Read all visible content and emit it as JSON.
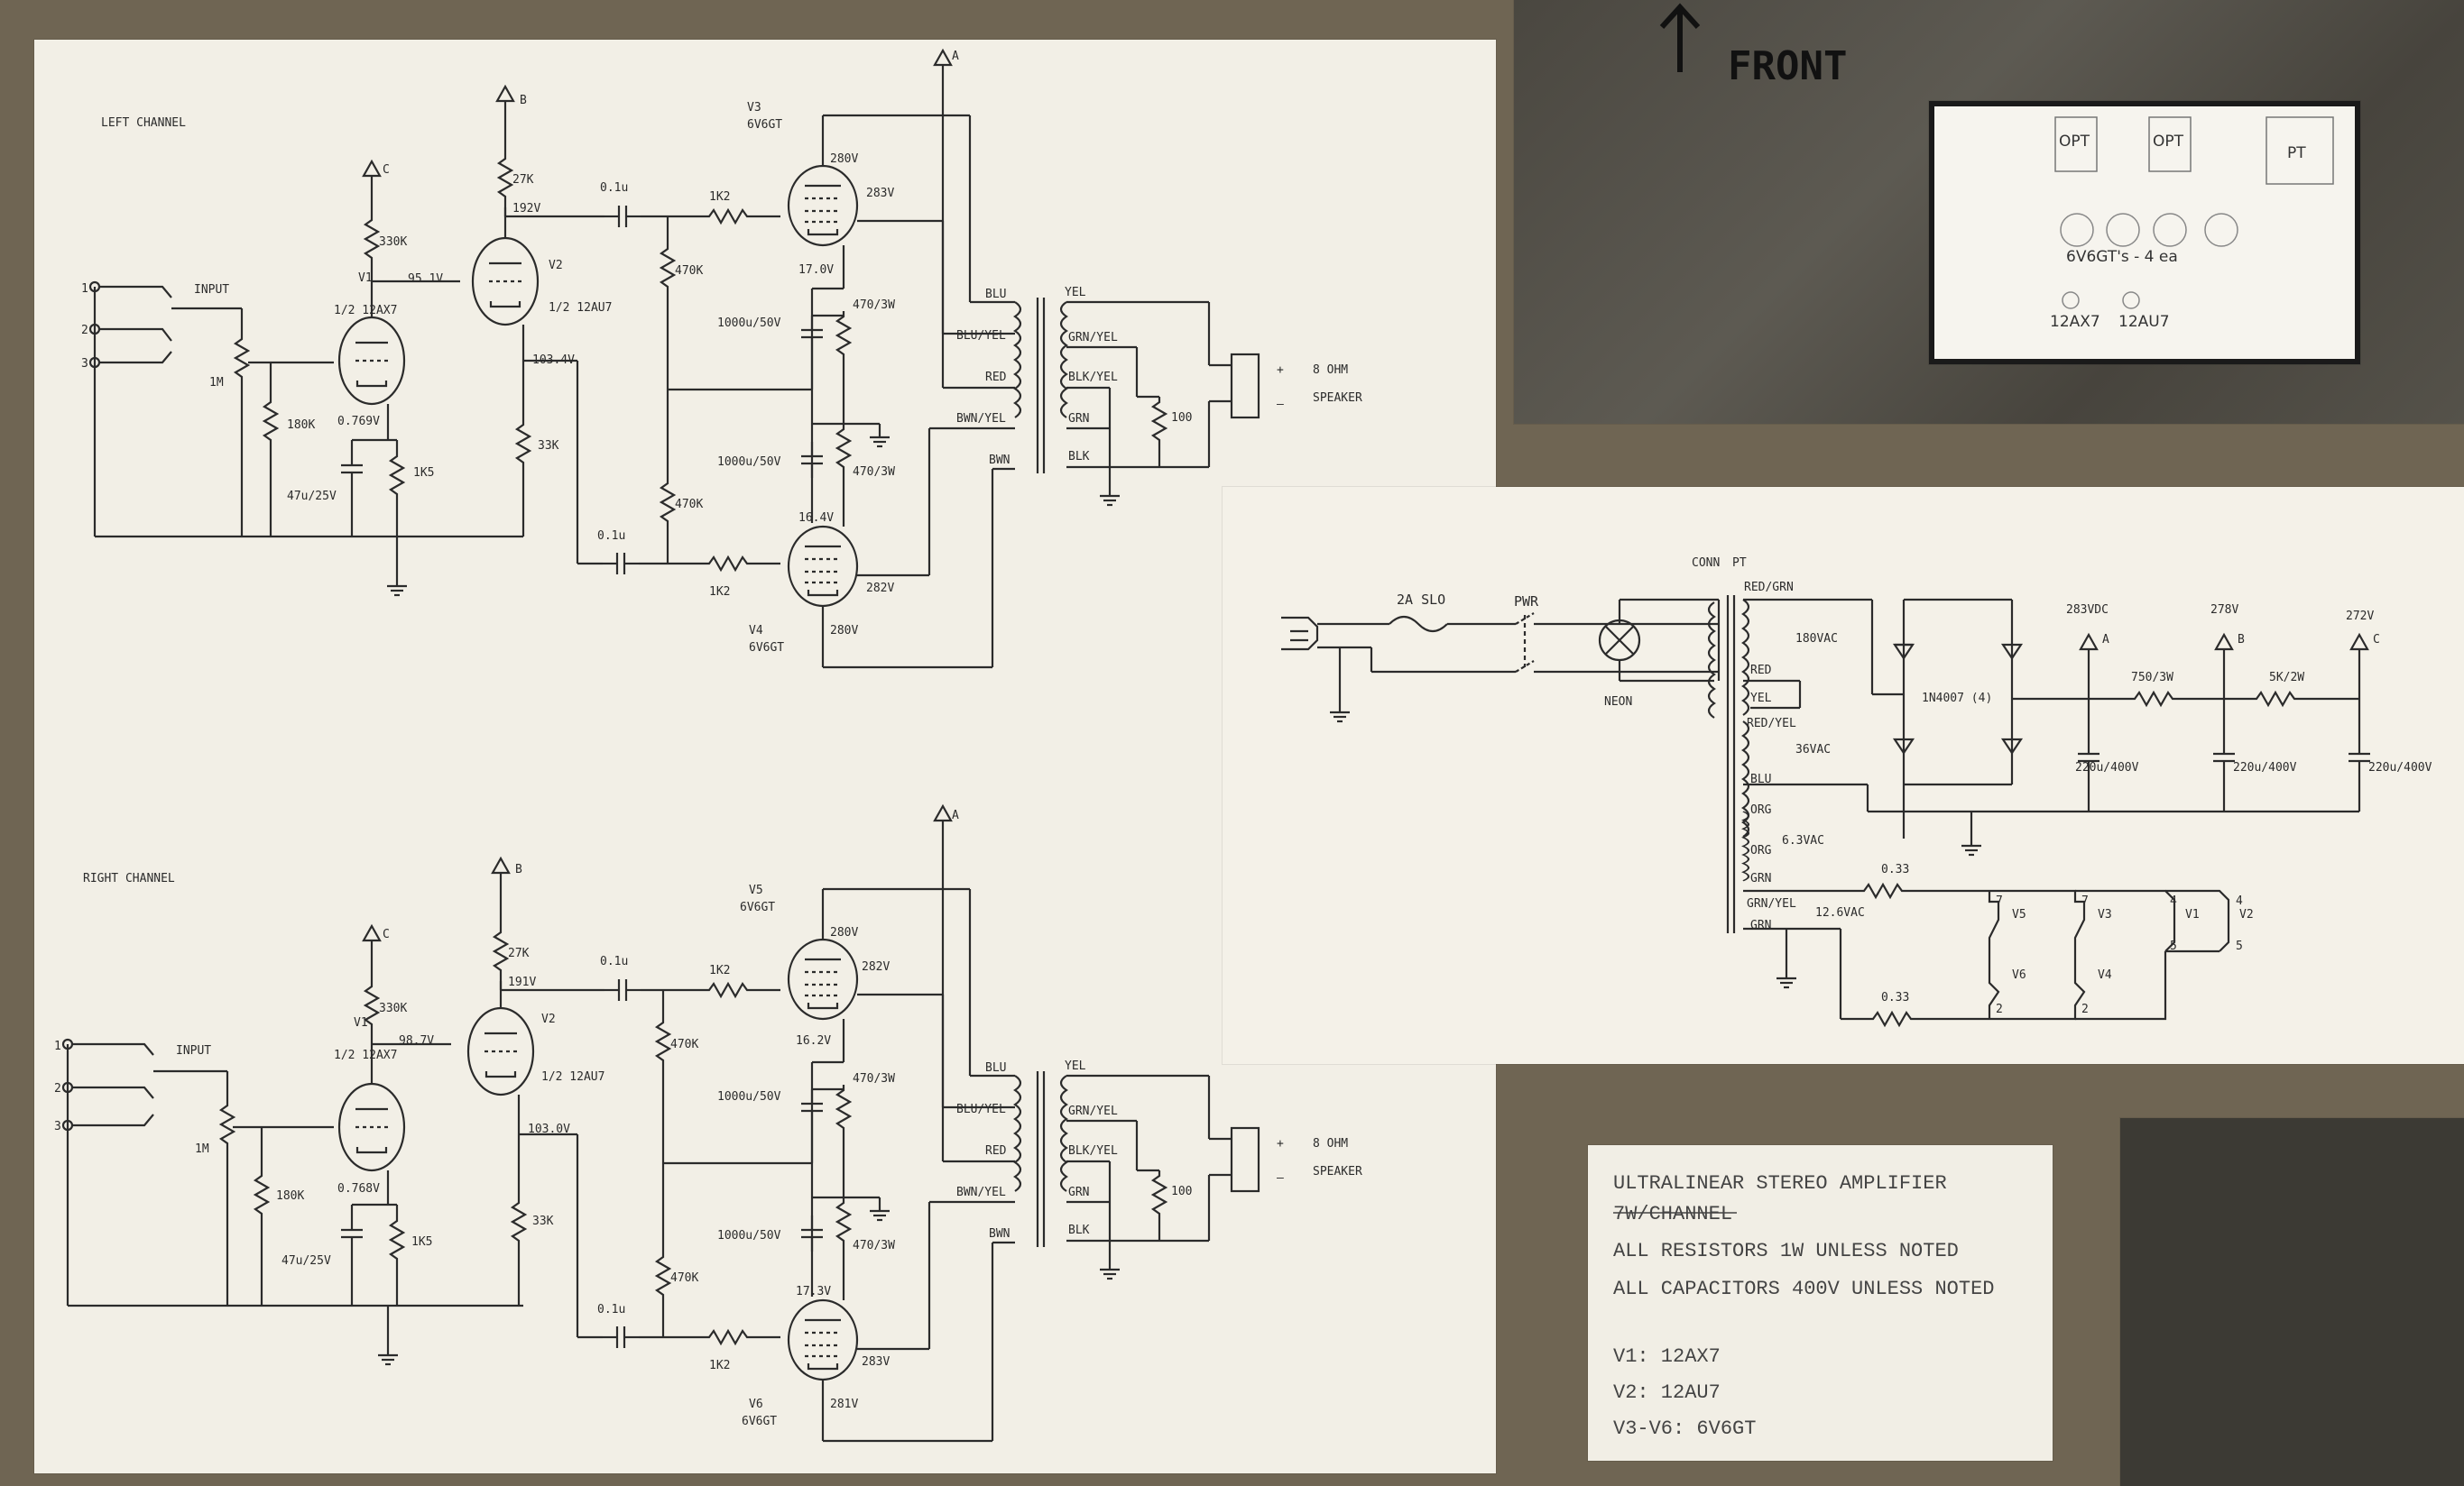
{
  "front_label": "FRONT",
  "layout_card": {
    "opt1": "OPT",
    "opt2": "OPT",
    "pt": "PT",
    "tubes_caption": "6V6GT's - 4 ea",
    "tube_a": "12AX7",
    "tube_b": "12AU7"
  },
  "left": {
    "title": "LEFT CHANNEL",
    "input": "INPUT",
    "pins": [
      "1",
      "2",
      "3"
    ],
    "v1": "V1",
    "v1_type": "1/2 12AX7",
    "v2": "V2",
    "v2_type": "1/2 12AU7",
    "v3": "V3",
    "v3_type": "6V6GT",
    "v4": "V4",
    "v4_type": "6V6GT",
    "r_330k": "330K",
    "r_27k": "27K",
    "r_1m": "1M",
    "r_180k": "180K",
    "r_1k5": "1K5",
    "r_33k": "33K",
    "r_470k_a": "470K",
    "r_470k_b": "470K",
    "r_1k2_a": "1K2",
    "r_1k2_b": "1K2",
    "r_470_3w_a": "470/3W",
    "r_470_3w_b": "470/3W",
    "c_01u_a": "0.1u",
    "c_01u_b": "0.1u",
    "c_1000u_a": "1000u/50V",
    "c_1000u_b": "1000u/50V",
    "c_47u": "47u/25V",
    "volt_95": "95.1V",
    "volt_192": "192V",
    "volt_103": "103.4V",
    "volt_0769": "0.769V",
    "volt_280_v3": "280V",
    "volt_283": "283V",
    "volt_170": "17.0V",
    "volt_164": "16.4V",
    "volt_282": "282V",
    "volt_280_v4": "280V",
    "node_b": "B",
    "node_c": "C",
    "node_a": "A",
    "wire_blu": "BLU",
    "wire_bluyel": "BLU/YEL",
    "wire_red": "RED",
    "wire_bwnyel": "BWN/YEL",
    "wire_bwn": "BWN",
    "sec_yel": "YEL",
    "sec_grnyel": "GRN/YEL",
    "sec_blkyel": "BLK/YEL",
    "sec_grn": "GRN",
    "sec_blk": "BLK",
    "r_100": "100",
    "spk_plus": "+",
    "spk_minus": "–",
    "spk_ohm": "8 OHM",
    "spk": "SPEAKER"
  },
  "right": {
    "title": "RIGHT CHANNEL",
    "input": "INPUT",
    "pins": [
      "1",
      "2",
      "3"
    ],
    "v1": "V1",
    "v1_type": "1/2 12AX7",
    "v2": "V2",
    "v2_type": "1/2 12AU7",
    "v5": "V5",
    "v5_type": "6V6GT",
    "v6": "V6",
    "v6_type": "6V6GT",
    "r_330k": "330K",
    "r_27k": "27K",
    "r_1m": "1M",
    "r_180k": "180K",
    "r_1k5": "1K5",
    "r_33k": "33K",
    "r_470k_a": "470K",
    "r_470k_b": "470K",
    "r_1k2_a": "1K2",
    "r_1k2_b": "1K2",
    "r_470_3w_a": "470/3W",
    "r_470_3w_b": "470/3W",
    "c_01u_a": "0.1u",
    "c_01u_b": "0.1u",
    "c_1000u_a": "1000u/50V",
    "c_1000u_b": "1000u/50V",
    "c_47u": "47u/25V",
    "volt_98": "98.7V",
    "volt_191": "191V",
    "volt_103": "103.0V",
    "volt_0768": "0.768V",
    "volt_280_v5": "280V",
    "volt_282": "282V",
    "volt_162": "16.2V",
    "volt_173": "17.3V",
    "volt_283": "283V",
    "volt_281": "281V",
    "node_b": "B",
    "node_c": "C",
    "node_a": "A",
    "wire_blu": "BLU",
    "wire_bluyel": "BLU/YEL",
    "wire_red": "RED",
    "wire_bwnyel": "BWN/YEL",
    "wire_bwn": "BWN",
    "sec_yel": "YEL",
    "sec_grnyel": "GRN/YEL",
    "sec_blkyel": "BLK/YEL",
    "sec_grn": "GRN",
    "sec_blk": "BLK",
    "r_100": "100",
    "spk_plus": "+",
    "spk_minus": "–",
    "spk_ohm": "8 OHM",
    "spk": "SPEAKER"
  },
  "psu": {
    "conn": "CONN",
    "pt": "PT",
    "fuse": "2A SLO",
    "pwr": "PWR",
    "neon": "NEON",
    "redgrn": "RED/GRN",
    "red": "RED",
    "yel": "YEL",
    "redyel": "RED/YEL",
    "blu": "BLU",
    "org_a": "ORG",
    "org_b": "ORG",
    "grn_a": "GRN",
    "grnyel": "GRN/YEL",
    "grn_b": "GRN",
    "v180": "180VAC",
    "v36": "36VAC",
    "v63": "6.3VAC",
    "v126": "12.6VAC",
    "diodes": "1N4007 (4)",
    "v283": "283VDC",
    "v278": "278V",
    "v272": "272V",
    "node_a": "A",
    "node_b": "B",
    "node_c": "C",
    "r_750": "750/3W",
    "r_5k": "5K/2W",
    "c_a": "220u/400V",
    "c_b": "220u/400V",
    "c_c": "220u/400V",
    "r_033_a": "0.33",
    "r_033_b": "0.33",
    "h_v5": "V5",
    "h_v3": "V3",
    "h_v1": "V1",
    "h_v2": "V2",
    "h_v6": "V6",
    "h_v4": "V4",
    "pin7": "7",
    "pin2": "2",
    "pin4": "4",
    "pin5": "5"
  },
  "notes": {
    "line1": "ULTRALINEAR STEREO AMPLIFIER",
    "line2": "7W/CHANNEL",
    "line3": "ALL RESISTORS 1W UNLESS NOTED",
    "line4": "ALL CAPACITORS 400V UNLESS NOTED",
    "line5": "V1: 12AX7",
    "line6": "V2: 12AU7",
    "line7": "V3-V6: 6V6GT"
  }
}
